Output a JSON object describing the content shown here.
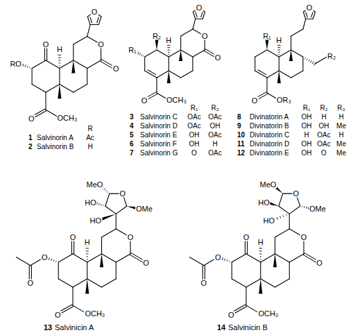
{
  "diagram": {
    "labels": [
      "O",
      "O",
      "O",
      "O",
      "H",
      "RO",
      "O",
      "OCH₃",
      "R",
      "1",
      "Salvinorin A",
      "Ac",
      "2",
      "Salvinorin B",
      "H",
      "R₂",
      "R₁",
      "H",
      "O",
      "O",
      "O",
      "O",
      "OCH₃",
      "R₁",
      "R₂",
      "3",
      "Salvinorin C",
      "OAc",
      "OAc",
      "4",
      "Salvinorin D",
      "OAc",
      "OH",
      "5",
      "Salvinorin E",
      "OH",
      "OAc",
      "6",
      "Salvinorin F",
      "OH",
      "H",
      "7",
      "Salvinorin G",
      "O",
      "OAc",
      "R₁",
      "H",
      "O",
      "R₂",
      "O",
      "OR₃",
      "R₁",
      "R₂",
      "R₃",
      "8",
      "Divinatorin A",
      "OH",
      "H",
      "H",
      "9",
      "Divinatorin B",
      "OH",
      "OH",
      "Me",
      "10",
      "Divinatorin C",
      "H",
      "OAc",
      "H",
      "11",
      "Divinatorin D",
      "OH",
      "OAc",
      "Me",
      "12",
      "Divinatorin E",
      "OH",
      "O",
      "Me",
      "MeO",
      "O",
      "OMe",
      "HO",
      "HO",
      "O",
      "O",
      "O",
      "H",
      "O",
      "O",
      "O",
      "OCH₃",
      "13",
      "Salvinicin A",
      "MeO",
      "O",
      "OMe",
      "HO",
      "HO",
      "O",
      "O",
      "O",
      "H",
      "O",
      "O",
      "O",
      "OCH₃",
      "14",
      "Salvinicin B"
    ]
  }
}
